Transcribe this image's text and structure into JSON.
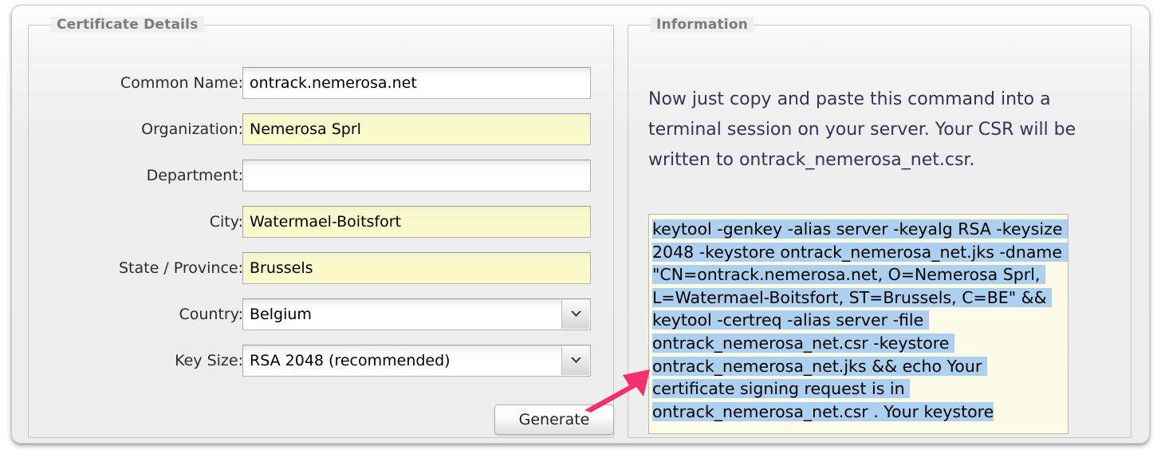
{
  "window": {
    "panels": {
      "details_legend": "Certificate Details",
      "info_legend": "Information"
    }
  },
  "form": {
    "fields": [
      {
        "label": "Common Name:",
        "value": "ontrack.nemerosa.net",
        "type": "text",
        "highlight": false
      },
      {
        "label": "Organization:",
        "value": "Nemerosa Sprl",
        "type": "text",
        "highlight": true
      },
      {
        "label": "Department:",
        "value": "",
        "type": "text",
        "highlight": false
      },
      {
        "label": "City:",
        "value": "Watermael-Boitsfort",
        "type": "text",
        "highlight": true
      },
      {
        "label": "State / Province:",
        "value": "Brussels",
        "type": "text",
        "highlight": true
      },
      {
        "label": "Country:",
        "value": "Belgium",
        "type": "select",
        "highlight": false
      },
      {
        "label": "Key Size:",
        "value": "RSA 2048 (recommended)",
        "type": "select",
        "highlight": false
      }
    ],
    "generate_label": "Generate"
  },
  "info": {
    "paragraph": "Now just copy and paste this command into a terminal session on your server. Your CSR will be written to ontrack_nemerosa_net.csr.",
    "command": "keytool -genkey -alias server -keyalg RSA -keysize 2048 -keystore ontrack_nemerosa_net.jks -dname \"CN=ontrack.nemerosa.net, O=Nemerosa Sprl, L=Watermael-Boitsfort, ST=Brussels, C=BE\" && keytool -certreq -alias server -file ontrack_nemerosa_net.csr -keystore ontrack_nemerosa_net.jks && echo Your certificate signing request is in ontrack_nemerosa_net.csr . Your keystore"
  },
  "annotation": {
    "arrow_color": "#f4306d",
    "arrow_target": "generate-button"
  },
  "colors": {
    "highlight_field": "#f9f9c9",
    "selection": "#aed0f0",
    "info_text": "#343455",
    "legend": "#7b7b7b"
  }
}
